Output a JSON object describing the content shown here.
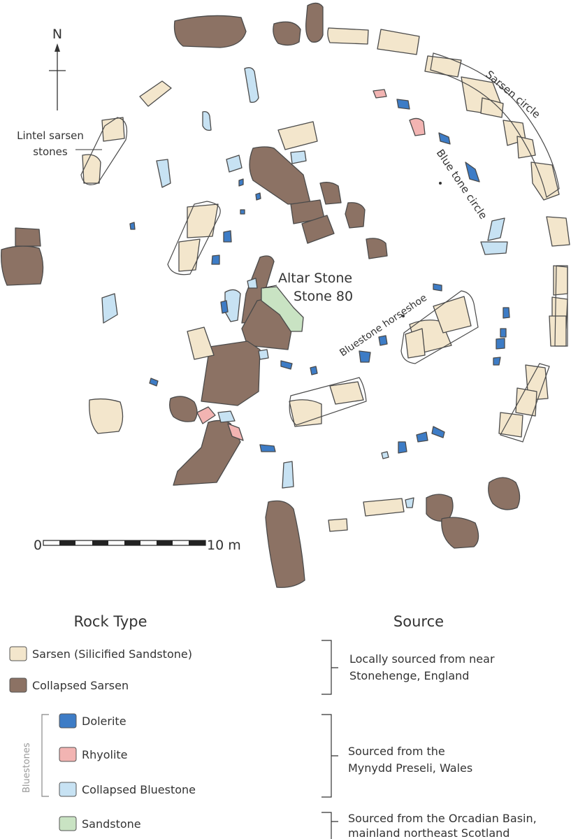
{
  "map": {
    "north_label": "N",
    "labels": {
      "lintel": [
        "Lintel sarsen",
        "stones"
      ],
      "sarsen_circle": "Sarsen circle",
      "bluestone_circle": "Blue tone circle",
      "altar": "Altar Stone",
      "stone80": "Stone 80",
      "horseshoe": "Bluestone horseshoe"
    },
    "scale": {
      "start": "0",
      "end": "10 m"
    }
  },
  "legend": {
    "rock_type_title": "Rock Type",
    "source_title": "Source",
    "bluestones_label": "Bluestones",
    "items": [
      {
        "key": "sarsen",
        "label": "Sarsen (Silicified Sandstone)",
        "color": "#f3e6cc"
      },
      {
        "key": "collapsed_sarsen",
        "label": "Collapsed Sarsen",
        "color": "#8c7264"
      },
      {
        "key": "dolerite",
        "label": "Dolerite",
        "color": "#3d7cc6"
      },
      {
        "key": "rhyolite",
        "label": "Rhyolite",
        "color": "#f2b4b2"
      },
      {
        "key": "collapsed_bluestone",
        "label": "Collapsed Bluestone",
        "color": "#c7e2f3"
      },
      {
        "key": "sandstone",
        "label": "Sandstone",
        "color": "#c9e3c3"
      }
    ],
    "sources": [
      [
        "Locally sourced from near",
        "Stonehenge, England"
      ],
      [
        "Sourced from the",
        "Mynydd Preseli, Wales"
      ],
      [
        "Sourced from the Orcadian Basin,",
        "mainland northeast Scotland"
      ]
    ]
  }
}
